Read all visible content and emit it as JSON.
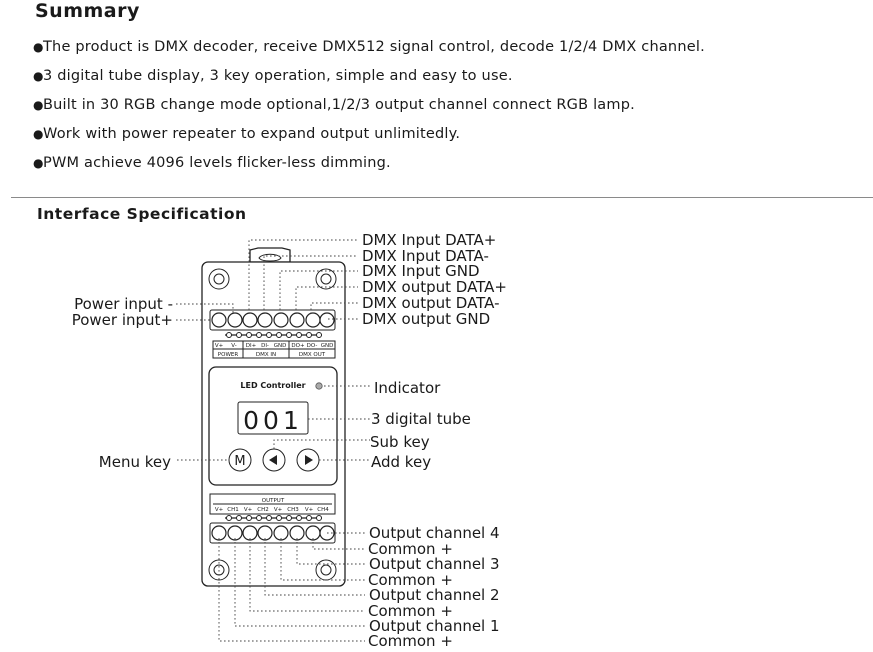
{
  "summary": {
    "title": "Summary",
    "bullets": [
      "The product is DMX decoder, receive DMX512 signal control, decode 1/2/4 DMX channel.",
      "3 digital tube display, 3 key operation, simple and easy to use.",
      "Built in 30 RGB change mode optional,1/2/3 output channel connect RGB lamp.",
      "Work with power repeater to expand output unlimitedly.",
      "PWM achieve 4096 levels flicker-less dimming."
    ]
  },
  "interface": {
    "title": "Interface Specification",
    "callouts": {
      "dmx_in_data_plus": "DMX Input DATA+",
      "dmx_in_data_minus": "DMX Input DATA-",
      "dmx_in_gnd": "DMX Input GND",
      "dmx_out_data_plus": "DMX output DATA+",
      "dmx_out_data_minus": "DMX output DATA-",
      "dmx_out_gnd": "DMX output GND",
      "power_input_minus": "Power input -",
      "power_input_plus": "Power input+",
      "indicator": "Indicator",
      "digital_tube": "3 digital tube",
      "sub_key": "Sub key",
      "menu_key": "Menu key",
      "add_key": "Add key",
      "output_ch4": "Output channel 4",
      "common_1": "Common +",
      "output_ch3": "Output channel 3",
      "common_2": "Common +",
      "output_ch2": "Output channel 2",
      "common_3": "Common +",
      "output_ch1": "Output channel 1",
      "common_4": "Common +"
    },
    "device": {
      "top_terminals": [
        "V+",
        "V-",
        "DI+",
        "DI-",
        "GND",
        "DO+",
        "DO-",
        "GND"
      ],
      "top_groups": [
        "POWER",
        "DMX IN",
        "DMX OUT"
      ],
      "panel_title": "LED Controller",
      "display_value": "001",
      "menu_key_label": "M",
      "output_title": "OUTPUT",
      "output_terminals": [
        "V+",
        "CH1",
        "V+",
        "CH2",
        "V+",
        "CH3",
        "V+",
        "CH4"
      ]
    }
  }
}
